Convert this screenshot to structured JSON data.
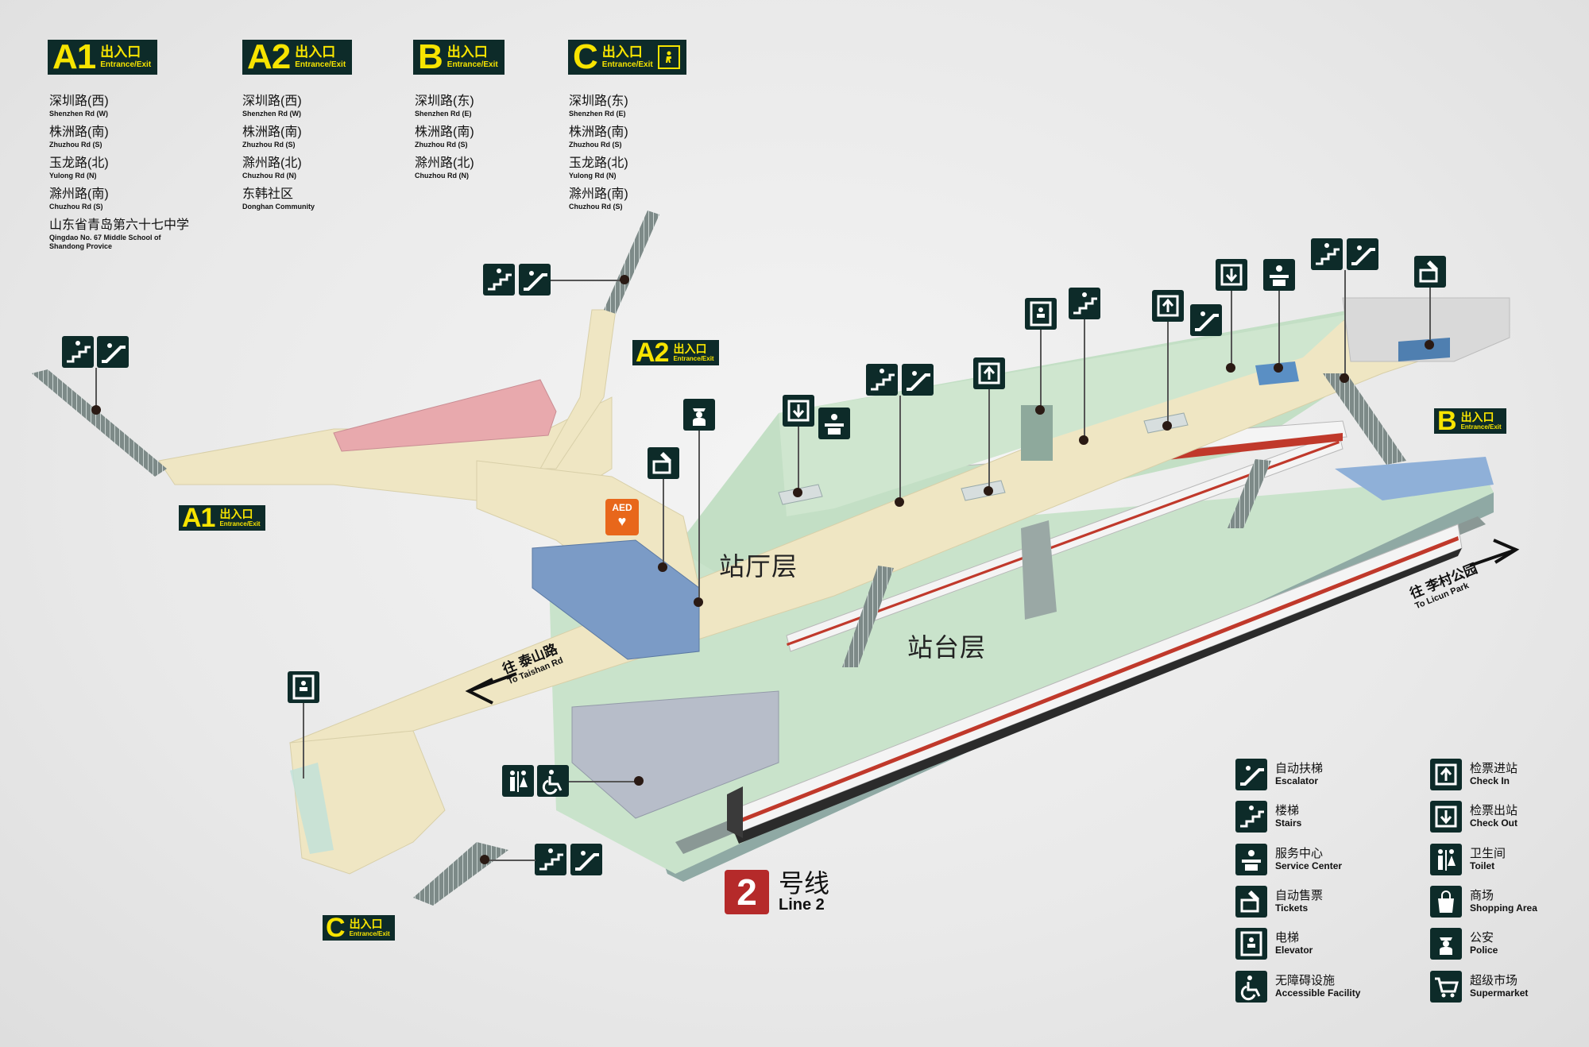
{
  "exits": {
    "A1": {
      "code": "A1",
      "cn": "出入口",
      "en": "Entrance/Exit",
      "dest": [
        {
          "cn": "深圳路(西)",
          "en": "Shenzhen Rd (W)"
        },
        {
          "cn": "株洲路(南)",
          "en": "Zhuzhou Rd (S)"
        },
        {
          "cn": "玉龙路(北)",
          "en": "Yulong Rd (N)"
        },
        {
          "cn": "滁州路(南)",
          "en": "Chuzhou Rd (S)"
        },
        {
          "cn": "山东省青岛第六十七中学",
          "en": "Qingdao No. 67 Middle School of Shandong Provice"
        }
      ]
    },
    "A2": {
      "code": "A2",
      "cn": "出入口",
      "en": "Entrance/Exit",
      "dest": [
        {
          "cn": "深圳路(西)",
          "en": "Shenzhen Rd (W)"
        },
        {
          "cn": "株洲路(南)",
          "en": "Zhuzhou Rd (S)"
        },
        {
          "cn": "滁州路(北)",
          "en": "Chuzhou Rd (N)"
        },
        {
          "cn": "东韩社区",
          "en": "Donghan Community"
        }
      ]
    },
    "B": {
      "code": "B",
      "cn": "出入口",
      "en": "Entrance/Exit",
      "dest": [
        {
          "cn": "深圳路(东)",
          "en": "Shenzhen Rd (E)"
        },
        {
          "cn": "株洲路(南)",
          "en": "Zhuzhou Rd (S)"
        },
        {
          "cn": "滁州路(北)",
          "en": "Chuzhou Rd (N)"
        }
      ]
    },
    "C": {
      "code": "C",
      "cn": "出入口",
      "en": "Entrance/Exit",
      "dest": [
        {
          "cn": "深圳路(东)",
          "en": "Shenzhen Rd (E)"
        },
        {
          "cn": "株洲路(南)",
          "en": "Zhuzhou Rd (S)"
        },
        {
          "cn": "玉龙路(北)",
          "en": "Yulong Rd (N)"
        },
        {
          "cn": "滁州路(南)",
          "en": "Chuzhou Rd (S)"
        }
      ]
    }
  },
  "map": {
    "concourse_label": "站厅层",
    "platform_label": "站台层",
    "to_left": {
      "cn": "往 泰山路",
      "en": "To Taishan Rd"
    },
    "to_right": {
      "cn": "往 李村公园",
      "en": "To Licun Park"
    },
    "aed": "AED"
  },
  "line": {
    "number": "2",
    "cn": "号线",
    "en": "Line 2",
    "color": "#b52a2a"
  },
  "legend": [
    {
      "icon": "escalator-icon",
      "cn": "自动扶梯",
      "en": "Escalator"
    },
    {
      "icon": "check-in-icon",
      "cn": "检票进站",
      "en": "Check In"
    },
    {
      "icon": "stairs-icon",
      "cn": "楼梯",
      "en": "Stairs"
    },
    {
      "icon": "check-out-icon",
      "cn": "检票出站",
      "en": "Check Out"
    },
    {
      "icon": "service-center-icon",
      "cn": "服务中心",
      "en": "Service Center"
    },
    {
      "icon": "toilet-icon",
      "cn": "卫生间",
      "en": "Toilet"
    },
    {
      "icon": "ticket-machine-icon",
      "cn": "自动售票",
      "en": "Tickets"
    },
    {
      "icon": "shopping-icon",
      "cn": "商场",
      "en": "Shopping Area"
    },
    {
      "icon": "elevator-icon",
      "cn": "电梯",
      "en": "Elevator"
    },
    {
      "icon": "police-icon",
      "cn": "公安",
      "en": "Police"
    },
    {
      "icon": "accessible-icon",
      "cn": "无障碍设施",
      "en": "Accessible Facility"
    },
    {
      "icon": "supermarket-icon",
      "cn": "超级市场",
      "en": "Supermarket"
    }
  ],
  "colors": {
    "sign_bg": "#0d2b29",
    "sign_text": "#f7e400",
    "concourse": "#efe6c3",
    "platform": "#c7e3c9",
    "train_stripe": "#c0392b"
  }
}
